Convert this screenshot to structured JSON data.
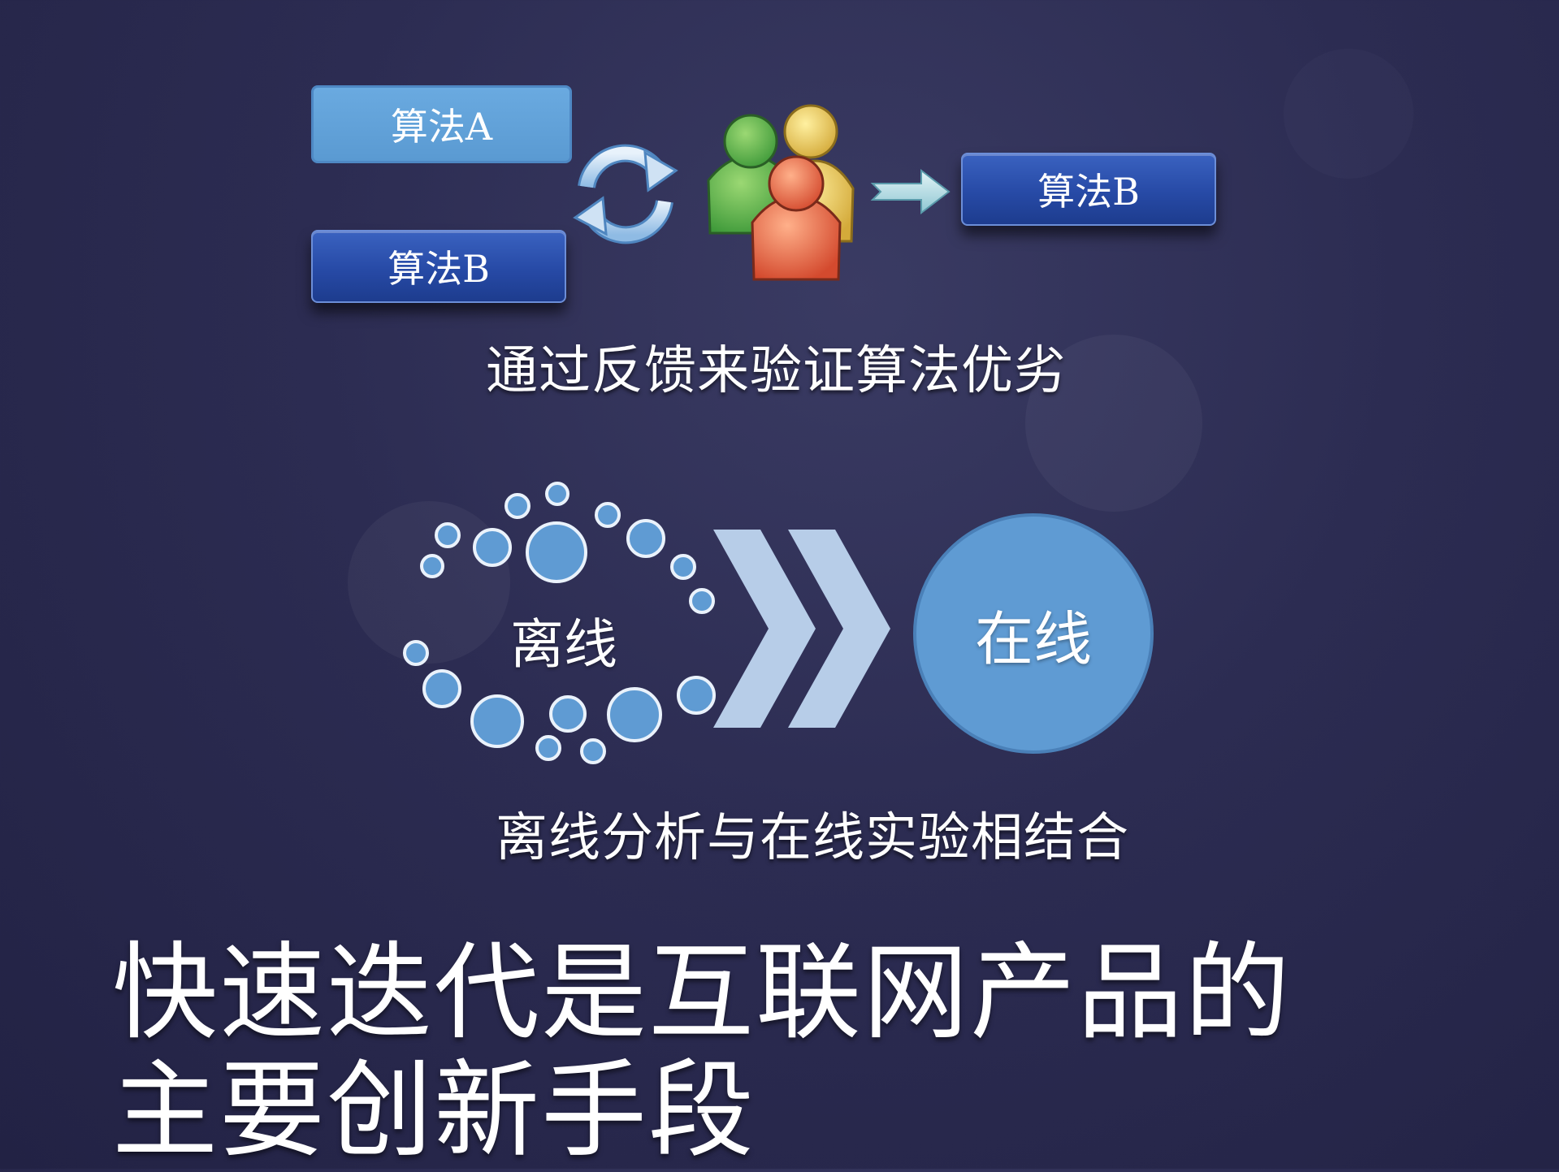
{
  "top_diagram": {
    "algorithm_a": "算法A",
    "algorithm_b_left": "算法B",
    "algorithm_b_right": "算法B",
    "caption": "通过反馈来验证算法优劣"
  },
  "middle_diagram": {
    "offline_label": "离线",
    "online_label": "在线",
    "caption": "离线分析与在线实验相结合"
  },
  "title": {
    "line1": "快速迭代是互联网产品的",
    "line2": "主要创新手段"
  },
  "colors": {
    "background": "#2c2c52",
    "light_blue": "#5f9bd3",
    "dark_blue": "#274aa6",
    "chevron": "#b7cde8"
  },
  "icons": [
    "refresh-cycle-icon",
    "users-group-icon",
    "arrow-right-icon",
    "double-chevron-icon"
  ]
}
